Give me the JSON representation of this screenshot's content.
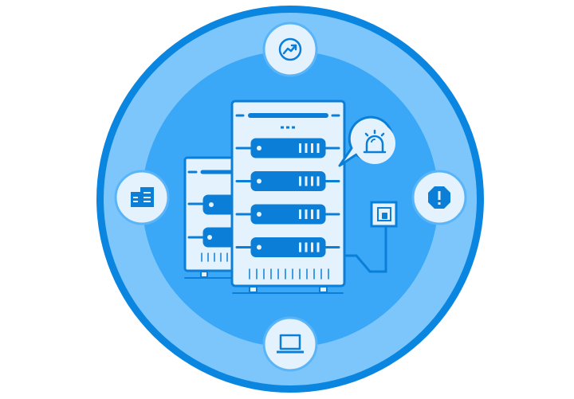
{
  "colors": {
    "outer_border": "#0b86e0",
    "outer_ring": "#7cc6fb",
    "inner_circle": "#3aa8f6",
    "panel": "#e4f2fd",
    "stroke": "#0b7fd8"
  },
  "satellite_icons": [
    {
      "position": "top",
      "icon": "trending-up-icon"
    },
    {
      "position": "left",
      "icon": "building-icon"
    },
    {
      "position": "right",
      "icon": "alert-octagon-icon"
    },
    {
      "position": "bottom",
      "icon": "laptop-icon"
    }
  ],
  "callout_icon": "alarm-siren-icon",
  "front_rack_units": 4,
  "back_rack_units": 2
}
